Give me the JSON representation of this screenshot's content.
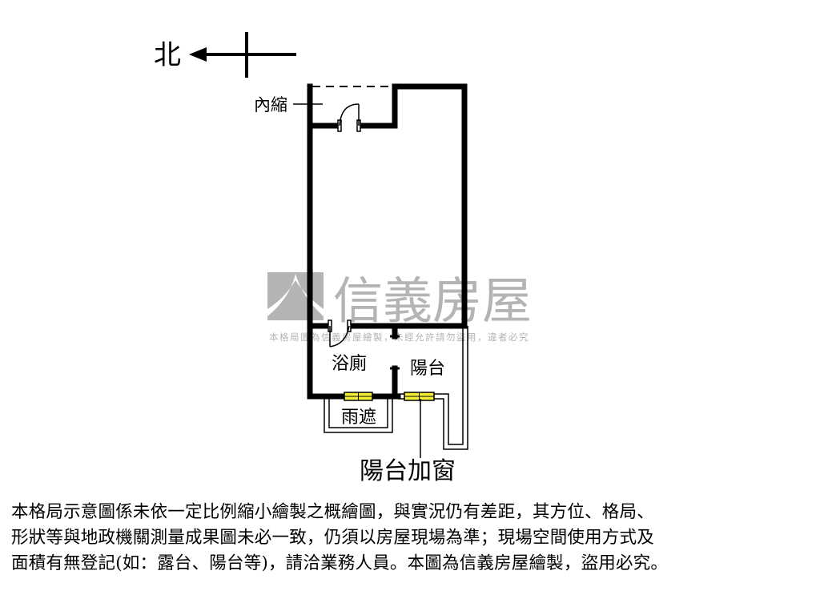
{
  "compass": {
    "north_label": "北"
  },
  "rooms": {
    "setback": "內縮",
    "bathroom": "浴廁",
    "balcony": "陽台",
    "awning": "雨遮",
    "balcony_window": "陽台加窗"
  },
  "watermark": {
    "brand": "信義房屋",
    "notice": "本格局圖為信義房屋繪製，未經允許請勿盜用，違者必究"
  },
  "disclaimer": {
    "lines": [
      "本格局示意圖係未依一定比例縮小繪製之概繪圖，與實況仍有差距，其方位、格局、",
      "形狀等與地政機關測量成果圖未必一致，仍須以房屋現場為準；現場空間使用方式及",
      "面積有無登記(如：露台、陽台等)，請洽業務人員。本圖為信義房屋繪製，盜用必究。"
    ]
  },
  "colors": {
    "wall": "#000000",
    "window": "#f5ef3a",
    "watermark": "#b4b4b4"
  }
}
